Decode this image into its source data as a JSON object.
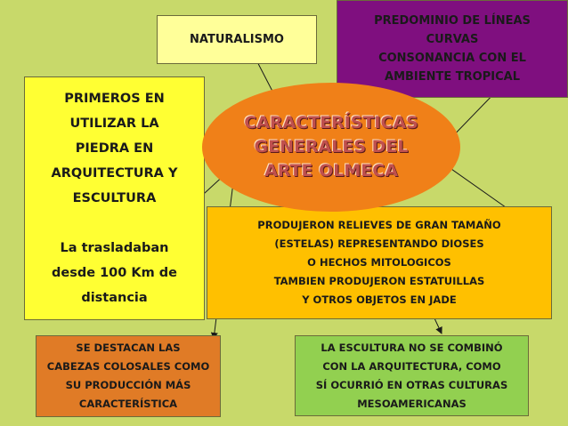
{
  "center": {
    "text": "CARACTERÍSTICAS\nGENERALES DEL\nARTE OLMECA"
  },
  "naturalismo": {
    "text": "NATURALISMO"
  },
  "predominio": {
    "text": "PREDOMINIO DE LÍNEAS\nCURVAS\nCONSONANCIA CON EL\nAMBIENTE TROPICAL"
  },
  "primeros": {
    "line1": "PRIMEROS EN\nUTILIZAR LA\nPIEDRA EN\nARQUITECTURA Y\nESCULTURA",
    "line2": "La trasladaban\ndesde 100 Km de\ndistancia"
  },
  "relieves": {
    "text": "PRODUJERON RELIEVES DE GRAN TAMAÑO\n(ESTELAS) REPRESENTANDO DIOSES\nO HECHOS MITOLOGICOS\nTAMBIEN PRODUJERON ESTATUILLAS\nY OTROS OBJETOS EN JADE"
  },
  "cabezas": {
    "text": "SE DESTACAN LAS\nCABEZAS COLOSALES COMO\nSU PRODUCCIÓN MÁS\nCARACTERÍSTICA"
  },
  "escultura": {
    "text": "LA ESCULTURA NO SE COMBINÓ\nCON LA ARQUITECTURA, COMO\nSÍ OCURRIÓ EN OTRAS CULTURAS\nMESOAMERICANAS"
  },
  "colors": {
    "background": "#c8d96a",
    "center": "#f08018",
    "naturalismo": "#ffff99",
    "predominio": "#7f0f7f",
    "primeros": "#ffff33",
    "relieves": "#ffc000",
    "cabezas": "#e07b26",
    "escultura": "#92d050"
  }
}
